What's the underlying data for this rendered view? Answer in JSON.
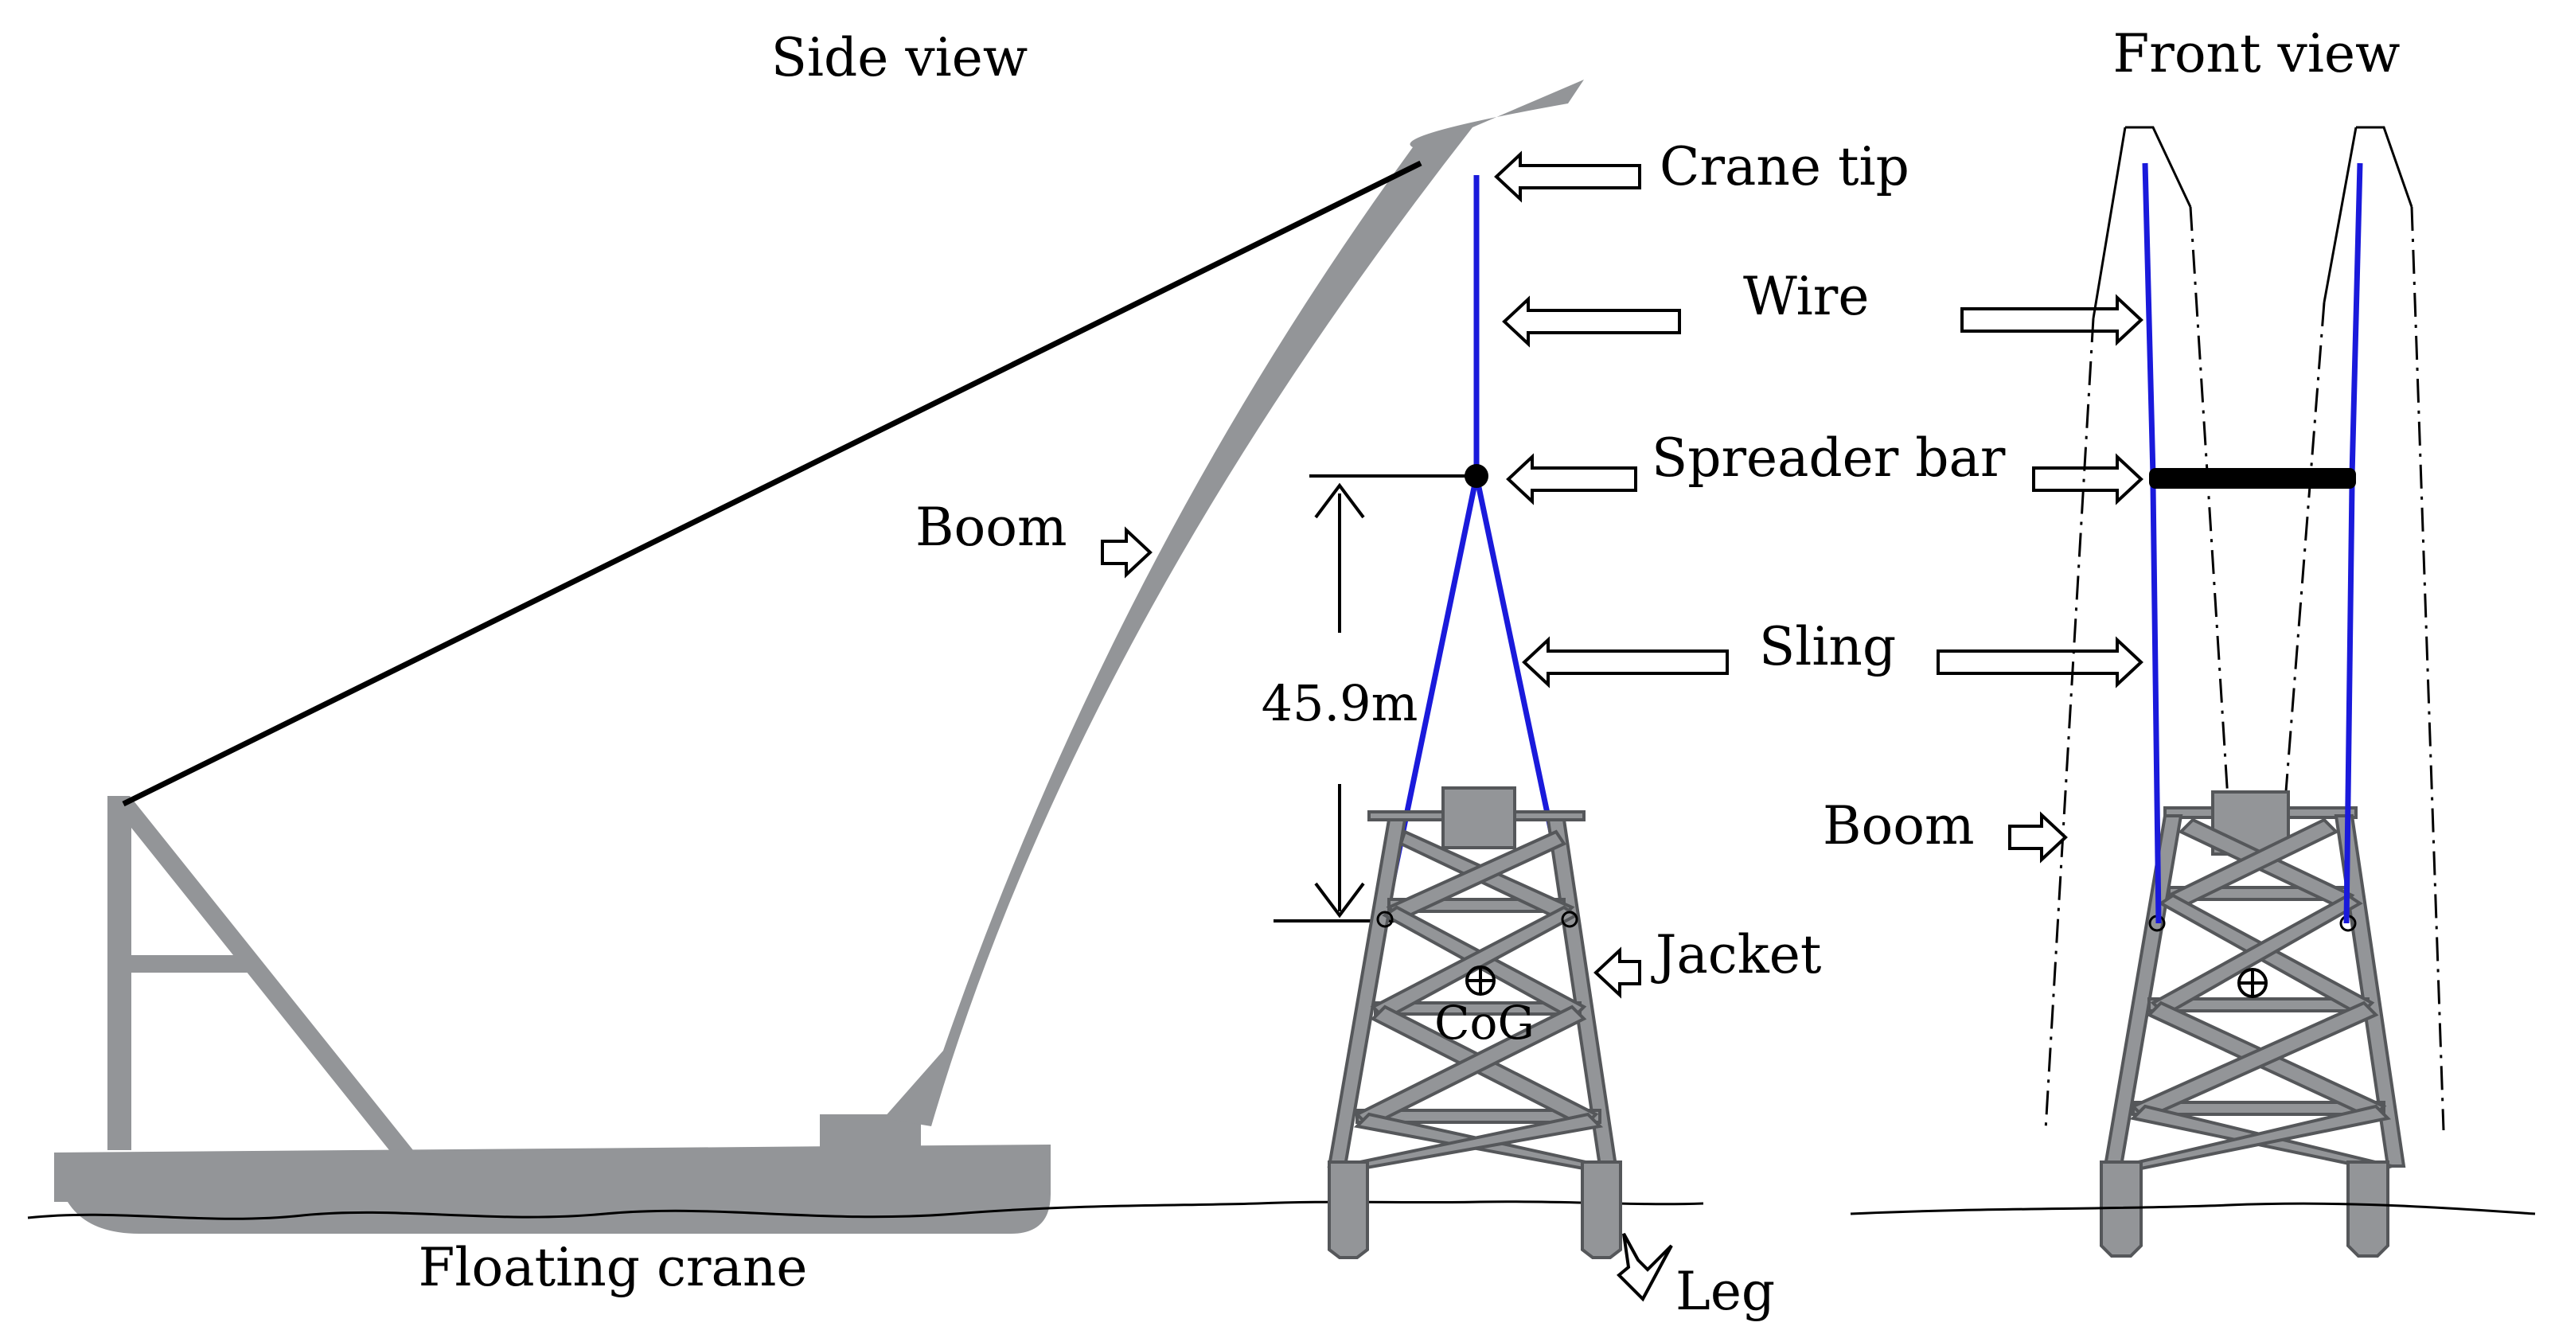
{
  "labels": {
    "side_view": "Side view",
    "front_view": "Front view",
    "crane_tip": "Crane tip",
    "wire": "Wire",
    "spreader_bar": "Spreader bar",
    "sling": "Sling",
    "boom_side": "Boom",
    "boom_front": "Boom",
    "jacket": "Jacket",
    "cog": "CoG",
    "leg": "Leg",
    "floating_crane": "Floating crane",
    "height_dimension": "45.9m"
  },
  "colors": {
    "structure_gray": "#939598",
    "wire_blue": "#1a1adb",
    "line_black": "#000000"
  }
}
